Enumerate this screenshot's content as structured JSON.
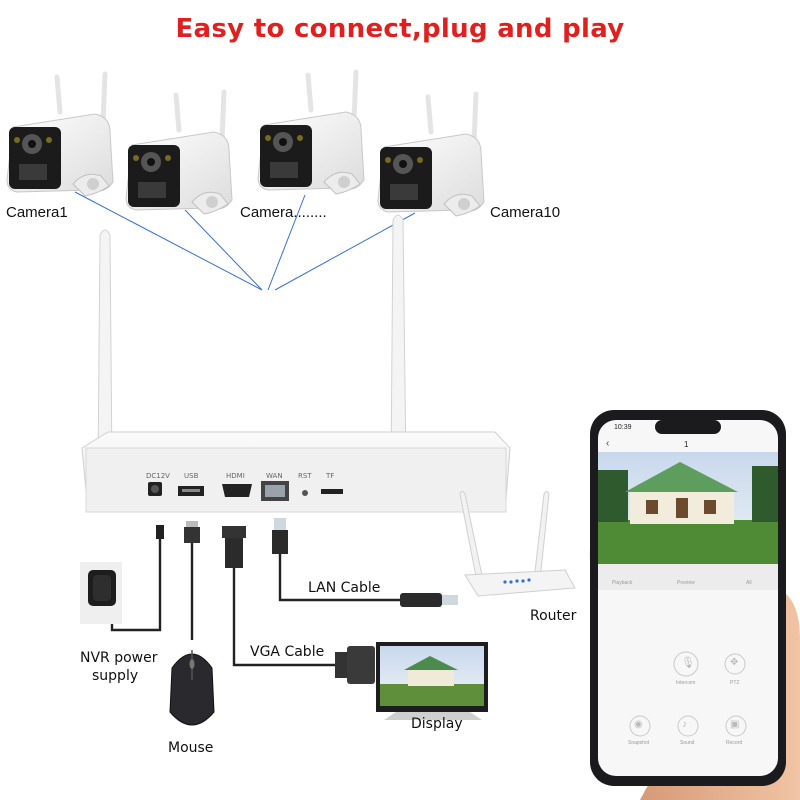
{
  "title": "Easy to connect,plug and play",
  "cameras": {
    "first": "Camera1",
    "middle": "Camera........",
    "last": "Camera10"
  },
  "nvr": {
    "ports": [
      "DC12V",
      "USB",
      "HDMI",
      "WAN",
      "RST",
      "TF"
    ]
  },
  "labels": {
    "lan_cable": "LAN Cable",
    "router": "Router",
    "vga_cable": "VGA Cable",
    "power_supply_line1": "NVR power",
    "power_supply_line2": "supply",
    "mouse": "Mouse",
    "display": "Display"
  },
  "phone": {
    "time": "10:39",
    "channel": "1",
    "tabs": [
      "Playback",
      "Preview",
      "All"
    ],
    "controls": [
      "Intercom",
      "PTZ",
      "Snapshot",
      "Sound",
      "Record"
    ]
  },
  "colors": {
    "title": "#e0201e",
    "wireless_lines": "#3a6fd8",
    "cables": "#222222",
    "device_white": "#f2f2f2"
  }
}
